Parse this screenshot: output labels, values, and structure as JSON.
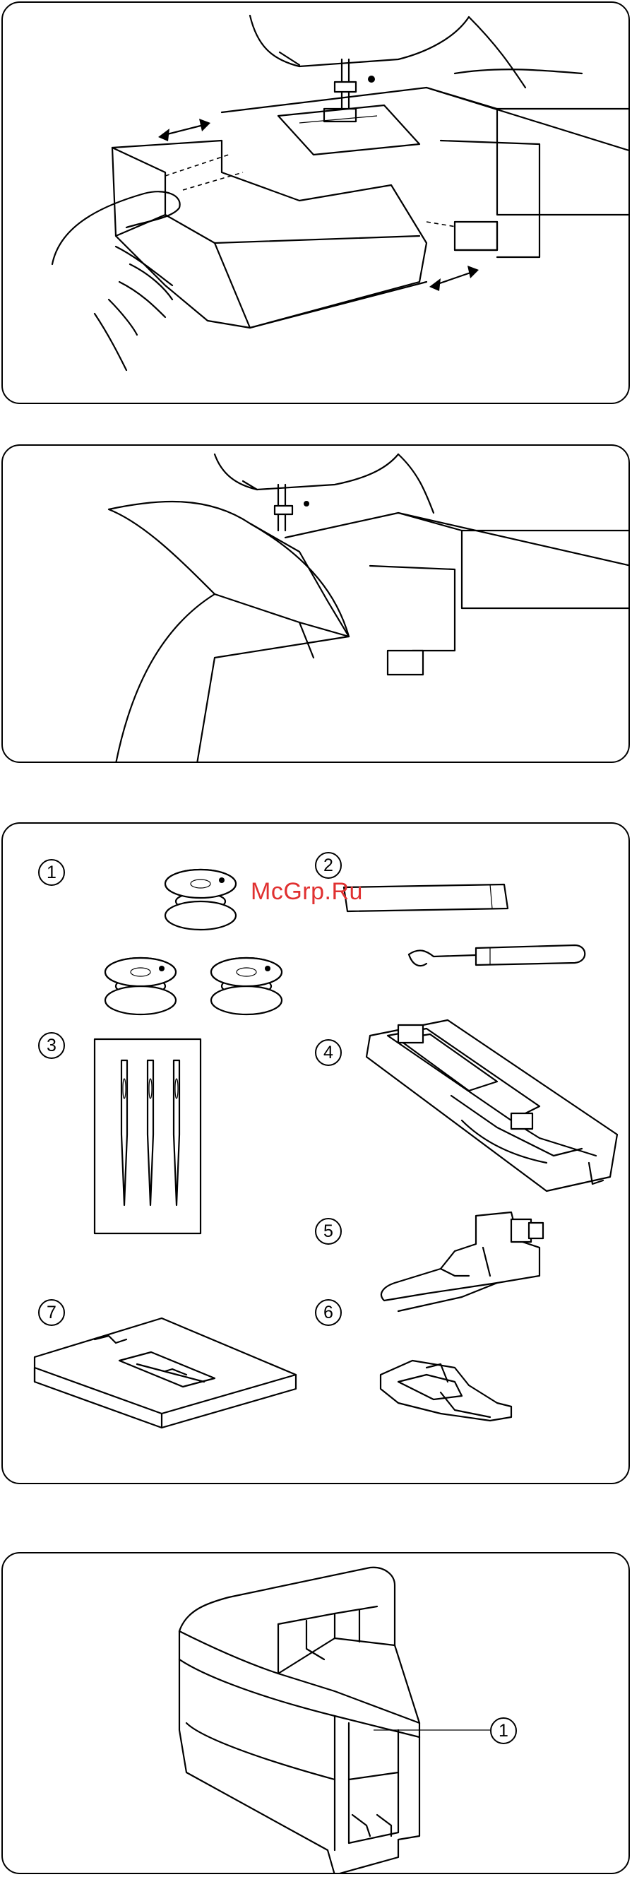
{
  "watermark": {
    "text": "McGrp.Ru",
    "color": "#e03030"
  },
  "accessories": {
    "items": [
      {
        "number": "1",
        "icon": "bobbins-icon"
      },
      {
        "number": "2",
        "icon": "screwdriver-seam-ripper-icon"
      },
      {
        "number": "3",
        "icon": "needles-icon"
      },
      {
        "number": "4",
        "icon": "buttonhole-foot-icon"
      },
      {
        "number": "5",
        "icon": "zipper-foot-icon"
      },
      {
        "number": "6",
        "icon": "satin-foot-icon"
      },
      {
        "number": "7",
        "icon": "straight-stitch-plate-icon"
      }
    ]
  },
  "extension_table": {
    "callout_number": "1"
  }
}
